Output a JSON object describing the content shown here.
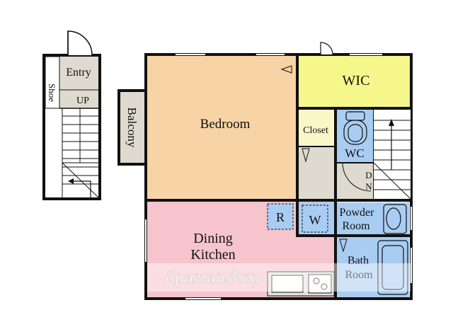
{
  "floorplan": {
    "rooms": {
      "entry": "Entry",
      "shoe": "Shoe",
      "up": "UP",
      "balcony": "Balcony",
      "bedroom": "Bedroom",
      "wic": "WIC",
      "closet": "Closet",
      "wc": "WC",
      "dn_d": "D",
      "dn_n": "N",
      "dining_line1": "Dining",
      "dining_line2": "Kitchen",
      "fridge": "R",
      "washer": "W",
      "powder_line1": "Powder",
      "powder_line2": "Room",
      "bath_line1": "Bath",
      "bath_line2": "Room"
    },
    "watermark": "Apamanshop"
  },
  "colors": {
    "bedroom": "#F8D3A5",
    "wic": "#F6F78A",
    "dining": "#F6C4CC",
    "closet": "#FAF6C8",
    "hall": "#DEDAD0",
    "blue_fixture": "#A9CCF2",
    "wall": "#111111"
  },
  "icons": [
    "door-swing-icon",
    "stairs-arrow-icon",
    "toilet-icon",
    "bathtub-icon",
    "sink-icon",
    "stove-icon"
  ]
}
